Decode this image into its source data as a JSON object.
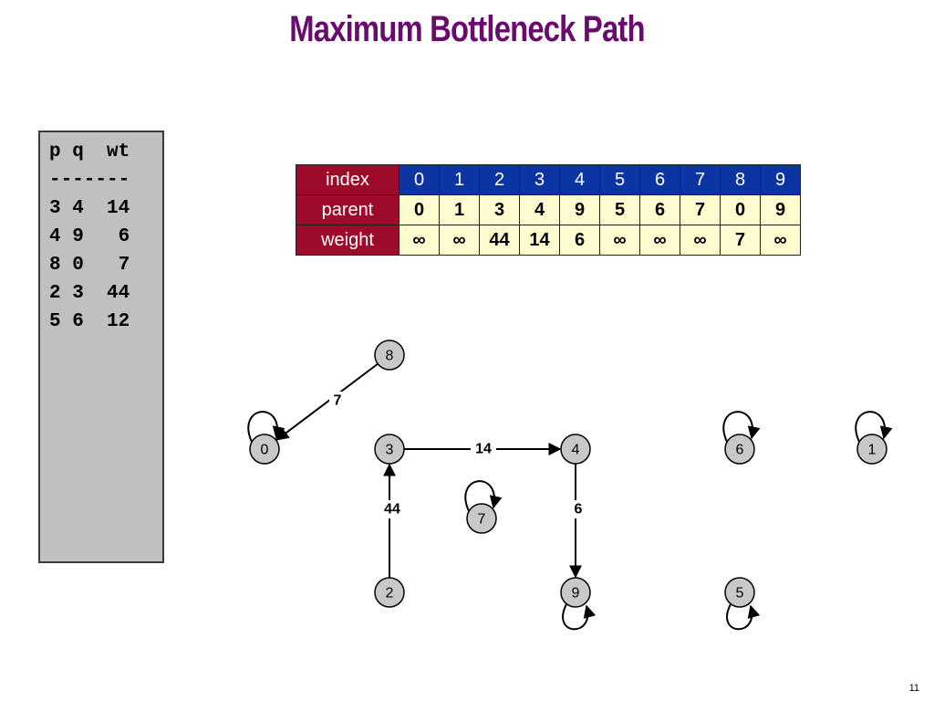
{
  "slide": {
    "title": "Maximum Bottleneck Path",
    "page_number": "11"
  },
  "input_panel": {
    "lines": [
      "p q  wt",
      "-------",
      "3 4  14",
      "4 9   6",
      "8 0   7",
      "2 3  44",
      "5 6  12"
    ]
  },
  "table": {
    "row_labels": {
      "index": "index",
      "parent": "parent",
      "weight": "weight"
    },
    "index": [
      "0",
      "1",
      "2",
      "3",
      "4",
      "5",
      "6",
      "7",
      "8",
      "9"
    ],
    "parent": [
      "0",
      "1",
      "3",
      "4",
      "9",
      "5",
      "6",
      "7",
      "0",
      "9"
    ],
    "weight": [
      "∞",
      "∞",
      "44",
      "14",
      "6",
      "∞",
      "∞",
      "∞",
      "7",
      "∞"
    ]
  },
  "colors": {
    "title": "#6a0a6e",
    "row_header_bg": "#9e0b2a",
    "index_bg": "#0d34a3",
    "value_bg": "#fffdd0",
    "node_fill": "#c8c8c8"
  },
  "graph": {
    "nodes": [
      {
        "id": "0",
        "label": "0",
        "self_loop": true
      },
      {
        "id": "1",
        "label": "1",
        "self_loop": true
      },
      {
        "id": "2",
        "label": "2",
        "self_loop": false
      },
      {
        "id": "3",
        "label": "3",
        "self_loop": false
      },
      {
        "id": "4",
        "label": "4",
        "self_loop": false
      },
      {
        "id": "5",
        "label": "5",
        "self_loop": true
      },
      {
        "id": "6",
        "label": "6",
        "self_loop": true
      },
      {
        "id": "7",
        "label": "7",
        "self_loop": true
      },
      {
        "id": "8",
        "label": "8",
        "self_loop": false
      },
      {
        "id": "9",
        "label": "9",
        "self_loop": true
      }
    ],
    "edges": [
      {
        "from": "8",
        "to": "0",
        "label": "7"
      },
      {
        "from": "3",
        "to": "4",
        "label": "14"
      },
      {
        "from": "2",
        "to": "3",
        "label": "44"
      },
      {
        "from": "4",
        "to": "9",
        "label": "6"
      }
    ]
  }
}
